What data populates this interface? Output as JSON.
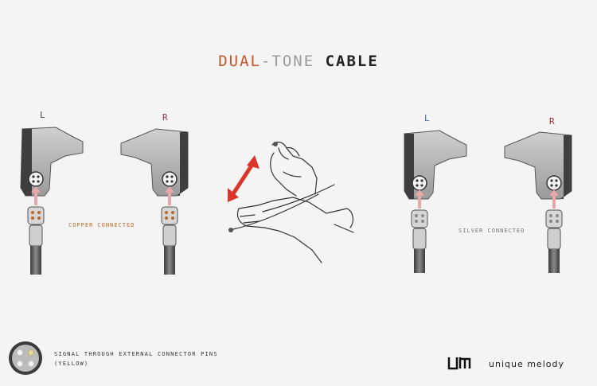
{
  "title": {
    "part1": "DUAL",
    "part2": "-TONE",
    "part3": "CABLE"
  },
  "left_group": {
    "label_left": "L",
    "label_right": "R",
    "caption": "COPPER CONNECTED"
  },
  "right_group": {
    "label_left": "L",
    "label_right": "R",
    "caption": "SILVER CONNECTED"
  },
  "legend": {
    "line1": "SIGNAL THROUGH EXTERNAL CONNECTOR PINS",
    "line2": "(YELLOW)"
  },
  "brand": {
    "name": "unique melody"
  },
  "colors": {
    "copper": "#b86a28",
    "silver": "#777777",
    "arrow": "#d9372b",
    "pin_arrow": "#e9a8a8"
  },
  "icons": [
    "earpiece-left",
    "earpiece-right",
    "connector-plug",
    "rotate-arrow-icon",
    "hand-illustration",
    "connector-pin-icon",
    "um-logo-icon"
  ]
}
